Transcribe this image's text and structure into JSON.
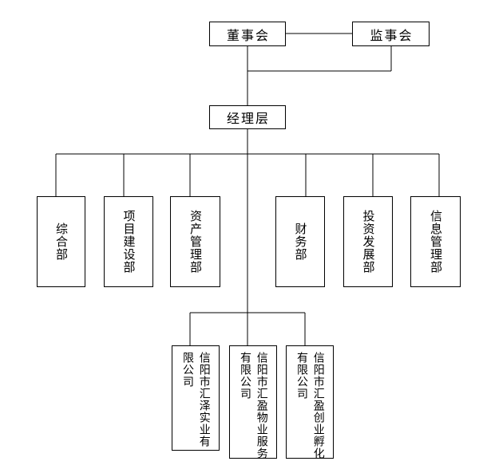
{
  "style": {
    "background": "#ffffff",
    "line_color": "#000000",
    "text_color": "#000000"
  },
  "org_chart": {
    "board": {
      "label": "董事会"
    },
    "supervisory": {
      "label": "监事会"
    },
    "management": {
      "label": "经理层"
    },
    "departments": [
      {
        "label": "综合部"
      },
      {
        "label": "项目建设部"
      },
      {
        "label": "资产管理部"
      },
      {
        "label": "财务部"
      },
      {
        "label": "投资发展部"
      },
      {
        "label": "信息管理部"
      }
    ],
    "subsidiaries": [
      {
        "label": "信阳市汇泽实业有限公司",
        "lines": [
          "信阳市汇泽实业有",
          "限公司"
        ]
      },
      {
        "label": "信阳市汇盈物业服务有限公司",
        "lines": [
          "信阳市汇盈物业服务",
          "有限公司"
        ]
      },
      {
        "label": "信阳市汇盈创业孵化有限公司",
        "lines": [
          "信阳市汇盈创业孵化",
          "有限公司"
        ]
      }
    ]
  }
}
